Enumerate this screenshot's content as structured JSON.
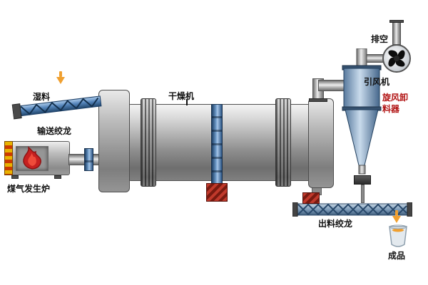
{
  "labels": {
    "wet_material": "湿料",
    "feed_screw": "输送绞龙",
    "gas_furnace": "煤气发生炉",
    "dryer": "干燥机",
    "cyclone_discharger": "旋风卸料器",
    "induced_draft_fan": "引风机",
    "exhaust": "排空",
    "discharge_screw": "出料绞龙",
    "finished_product": "成品"
  },
  "colors": {
    "background": "#ffffff",
    "label_text": "#111111",
    "cyclone_label_text": "#b11212",
    "steel_blue": "#4f7fb5",
    "metal_gray": "#9a9a9a",
    "flame_red": "#c62020",
    "valve_red_hatch": "#b03024",
    "flow_arrow_orange": "#f0a030"
  }
}
